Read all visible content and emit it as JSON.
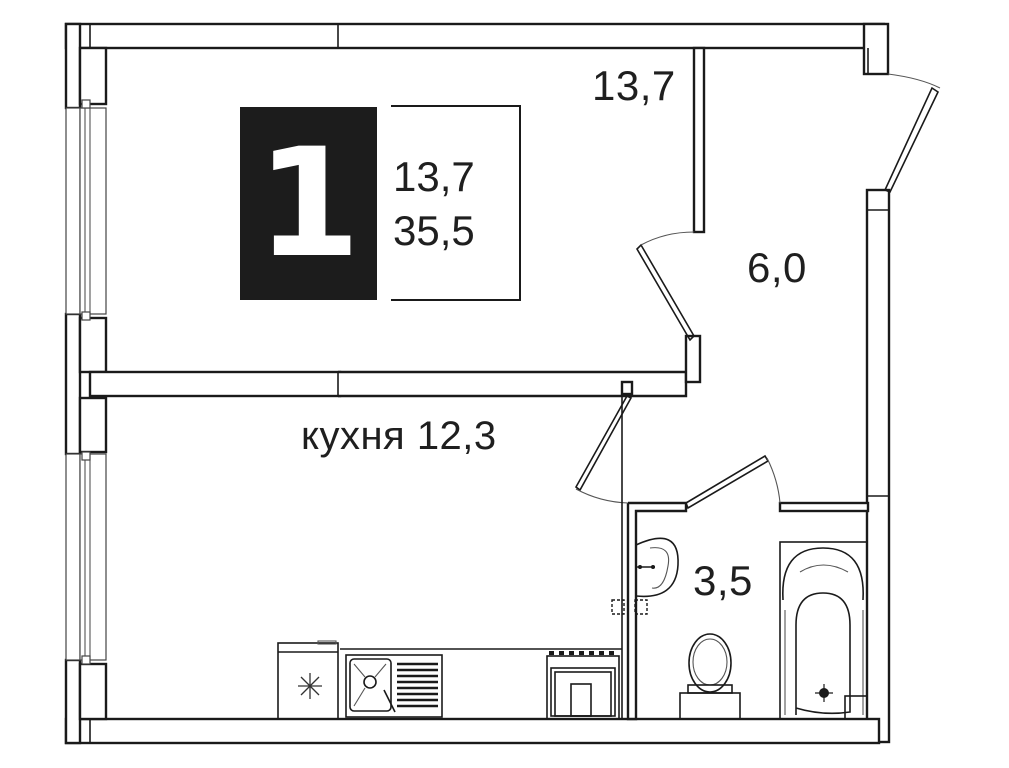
{
  "plan": {
    "rooms_count": "1",
    "summary": {
      "living_area": "13,7",
      "total_area": "35,5"
    },
    "rooms": [
      {
        "id": "bedroom",
        "label": "13,7"
      },
      {
        "id": "hallway",
        "label": "6,0"
      },
      {
        "id": "kitchen",
        "label": "кухня 12,3"
      },
      {
        "id": "bathroom",
        "label": "3,5"
      }
    ],
    "fixtures": [
      "fridge-icon",
      "sink-icon",
      "stove-icon",
      "washbasin-icon",
      "toilet-icon",
      "bathtub-icon"
    ],
    "colors": {
      "wall": "#1a1a1a",
      "badge_bg": "#1c1c1c",
      "background": "#ffffff"
    }
  }
}
